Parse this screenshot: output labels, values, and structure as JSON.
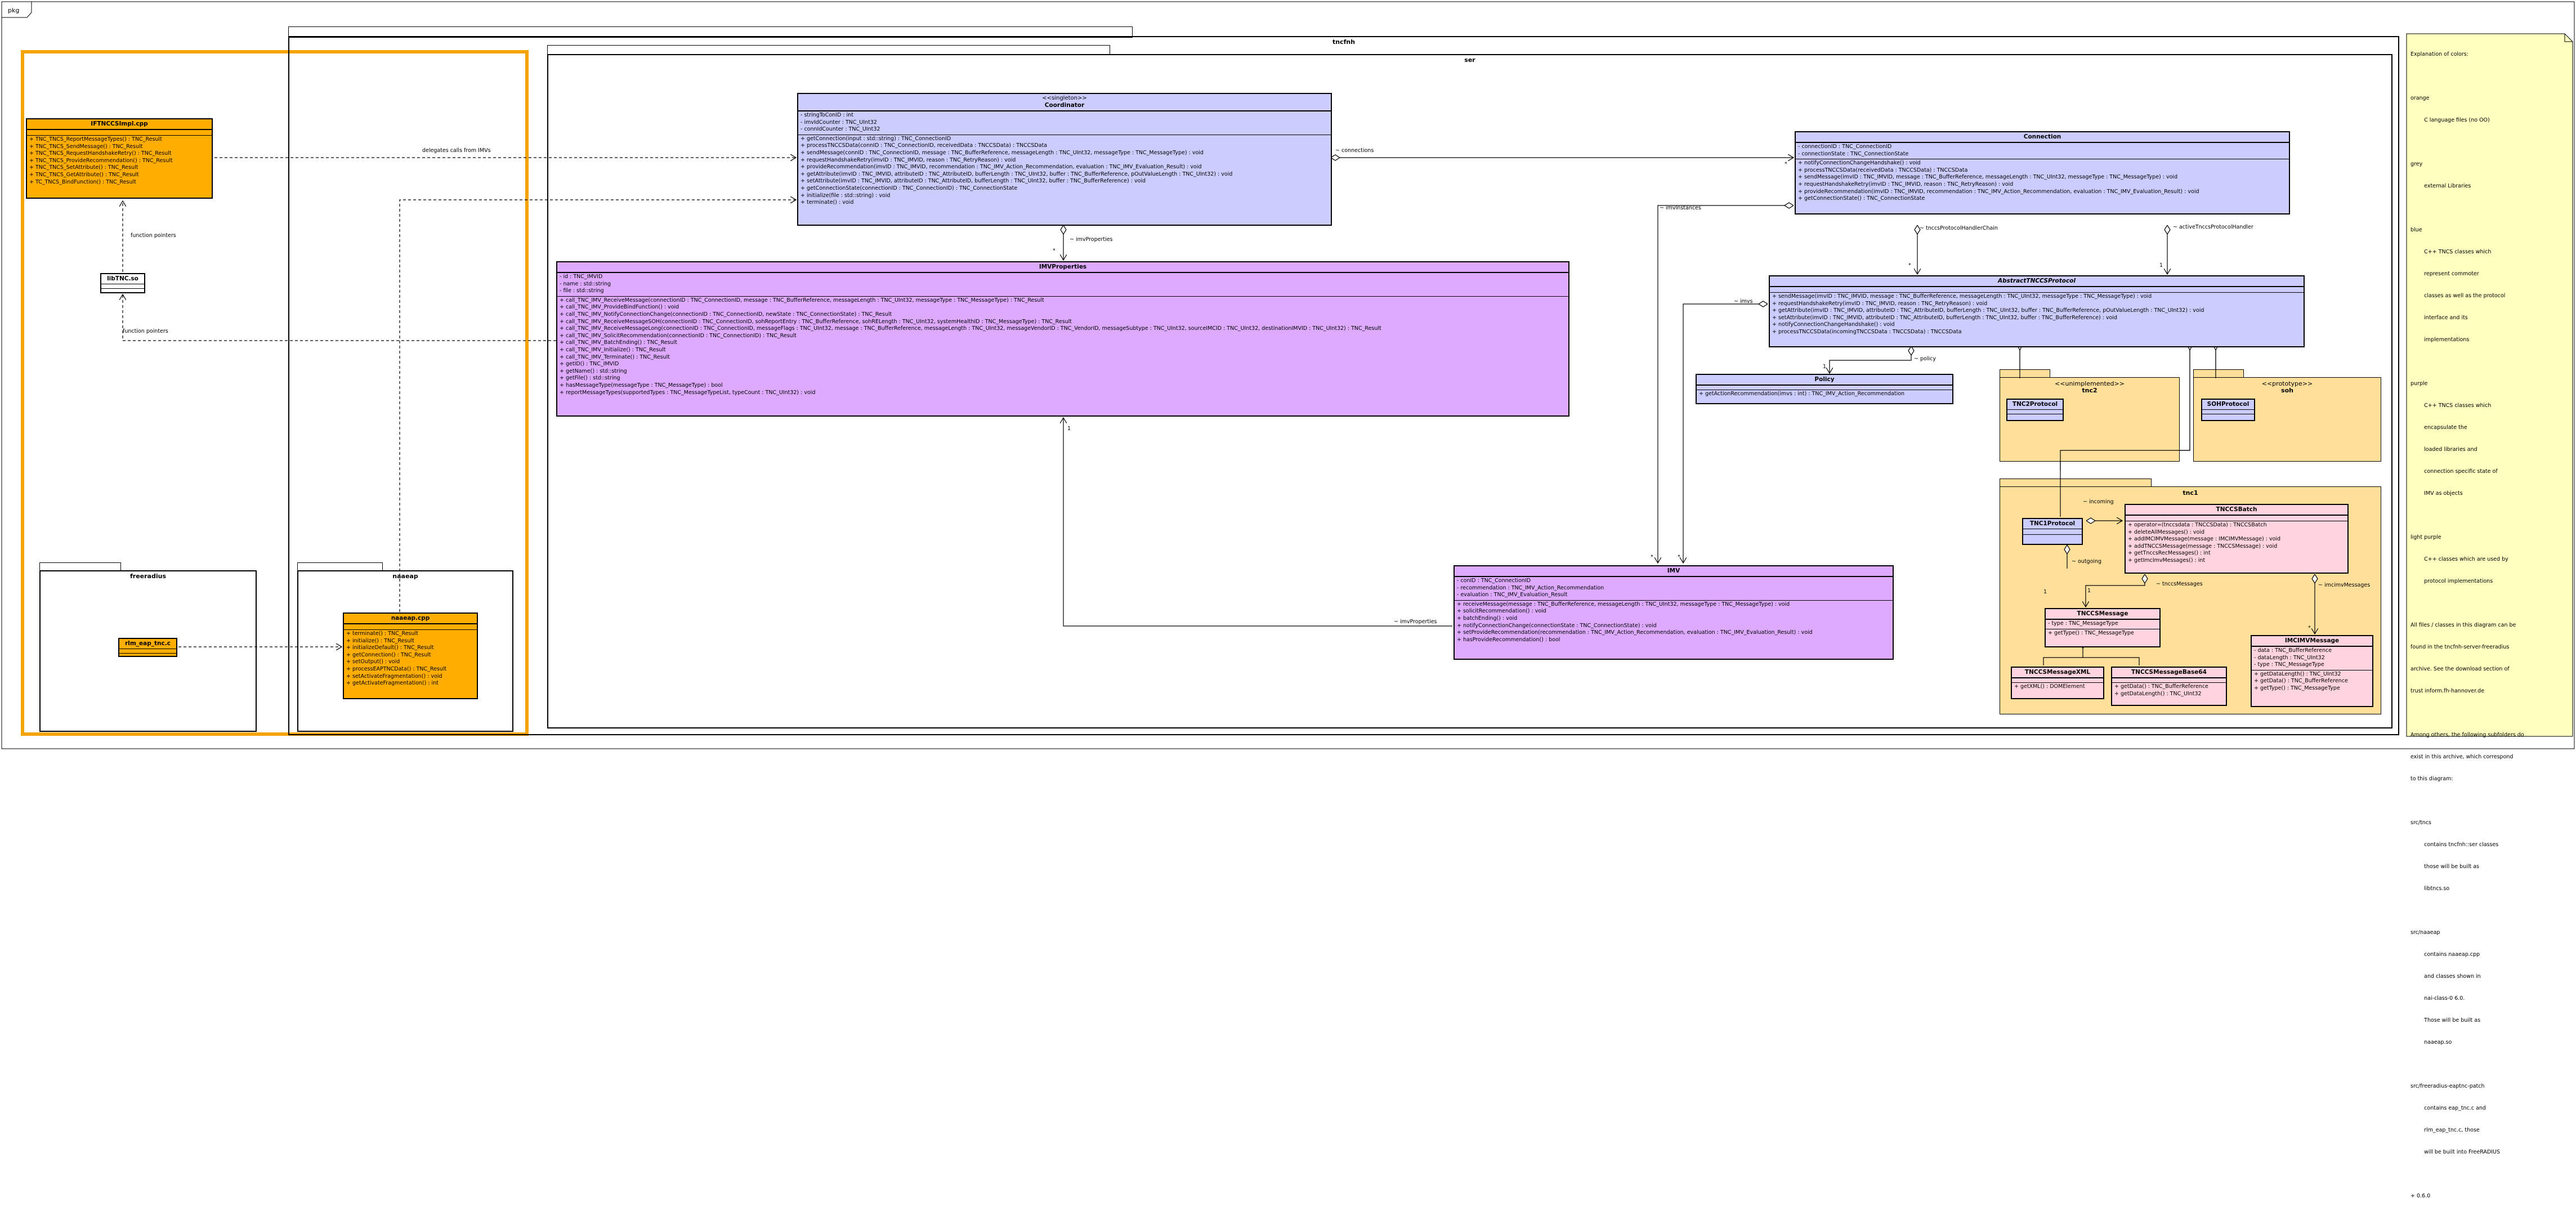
{
  "frame_label": "pkg",
  "packages": {
    "tncfnh": "tncfnh",
    "ser": "ser",
    "freeradius": "freeradius",
    "naaeap": "naaeap",
    "tnc2": "tnc2",
    "soh": "soh",
    "tnc1": "tnc1"
  },
  "stereotypes": {
    "singleton": "<<singleton>>",
    "unimplemented": "<<unimplemented>>",
    "prototype": "<<prototype>>"
  },
  "classes": {
    "iftnccsimpl": {
      "name": "IFTNCCSImpl.cpp",
      "ops": [
        "+ TNC_TNCS_ReportMessageTypes() : TNC_Result",
        "+ TNC_TNCS_SendMessage() : TNC_Result",
        "+ TNC_TNCS_RequestHandshakeRetry() : TNC_Result",
        "+ TNC_TNCS_ProvideRecommendation() : TNC_Result",
        "+ TNC_TNCS_SetAttribute() : TNC_Result",
        "+ TNC_TNCS_GetAttribute() : TNC_Result",
        "+ TC_TNCS_BindFunction() : TNC_Result"
      ]
    },
    "libimv": {
      "name": "libTNC.so"
    },
    "rlmeap": {
      "name": "rlm_eap_tnc.c"
    },
    "naaeapcpp": {
      "name": "naaeap.cpp",
      "ops": [
        "+ terminate() : TNC_Result",
        "+ initialize() : TNC_Result",
        "+ initializeDefault() : TNC_Result",
        "+ getConnection() : TNC_Result",
        "+ setOutput() : void",
        "+ processEAPTNCData() : TNC_Result",
        "+ setActivateFragmentation() : void",
        "+ getActivateFragmentation() : int"
      ]
    },
    "coordinator": {
      "name": "Coordinator",
      "attrs": [
        "- stringToConID : int",
        "- imvIdCounter : TNC_UInt32",
        "- connIdCounter : TNC_UInt32"
      ],
      "ops": [
        "+ getConnection(input : std::string) : TNC_ConnectionID",
        "+ processTNCCSData(connID : TNC_ConnectionID, receivedData : TNCCSData) : TNCCSData",
        "+ sendMessage(connID : TNC_ConnectionID, message : TNC_BufferReference, messageLength : TNC_UInt32, messageType : TNC_MessageType) : void",
        "+ requestHandshakeRetry(imvID : TNC_IMVID, reason : TNC_RetryReason) : void",
        "+ provideRecommendation(imvID : TNC_IMVID, recommendation : TNC_IMV_Action_Recommendation, evaluation : TNC_IMV_Evaluation_Result) : void",
        "+ getAttribute(imvID : TNC_IMVID, attributeID : TNC_AttributeID, bufferLength : TNC_UInt32, buffer : TNC_BufferReference, pOutValueLength : TNC_UInt32) : void",
        "+ setAttribute(imvID : TNC_IMVID, attributeID : TNC_AttributeID, bufferLength : TNC_UInt32, buffer : TNC_BufferReference) : void",
        "+ getConnectionState(connectionID : TNC_ConnectionID) : TNC_ConnectionState",
        "+ initialize(file : std::string) : void",
        "+ terminate() : void"
      ]
    },
    "connection": {
      "name": "Connection",
      "attrs": [
        "- connectionID : TNC_ConnectionID",
        "- connectionState : TNC_ConnectionState"
      ],
      "ops": [
        "+ notifyConnectionChangeHandshake() : void",
        "+ processTNCCSData(receivedData : TNCCSData) : TNCCSData",
        "+ sendMessage(imvID : TNC_IMVID, message : TNC_BufferReference, messageLength : TNC_UInt32, messageType : TNC_MessageType) : void",
        "+ requestHandshakeRetry(imvID : TNC_IMVID, reason : TNC_RetryReason) : void",
        "+ provideRecommendation(imvID : TNC_IMVID, recommendation : TNC_IMV_Action_Recommendation, evaluation : TNC_IMV_Evaluation_Result) : void",
        "+ getConnectionState() : TNC_ConnectionState"
      ]
    },
    "imvproperties": {
      "name": "IMVProperties",
      "attrs": [
        "- id : TNC_IMVID",
        "- name : std::string",
        "- file : std::string"
      ],
      "ops": [
        "+ call_TNC_IMV_ReceiveMessage(connectionID : TNC_ConnectionID, message : TNC_BufferReference, messageLength : TNC_UInt32, messageType : TNC_MessageType) : TNC_Result",
        "+ call_TNC_IMV_ProvideBindFunction() : void",
        "+ call_TNC_IMV_NotifyConnectionChange(connectionID : TNC_ConnectionID, newState : TNC_ConnectionState) : TNC_Result",
        "+ call_TNC_IMV_ReceiveMessageSOH(connectionID : TNC_ConnectionID, sohReportEntry : TNC_BufferReference, sohRELength : TNC_UInt32, systemHealthID : TNC_MessageType) : TNC_Result",
        "+ call_TNC_IMV_ReceiveMessageLong(connectionID : TNC_ConnectionID, messageFlags : TNC_UInt32, message : TNC_BufferReference, messageLength : TNC_UInt32, messageVendorID : TNC_VendorID, messageSubtype : TNC_UInt32, sourceIMCID : TNC_UInt32, destinationIMVID : TNC_UInt32) : TNC_Result",
        "+ call_TNC_IMV_SolicitRecommendation(connectionID : TNC_ConnectionID) : TNC_Result",
        "+ call_TNC_IMV_BatchEnding() : TNC_Result",
        "+ call_TNC_IMV_Initialize() : TNC_Result",
        "+ call_TNC_IMV_Terminate() : TNC_Result",
        "+ getID() : TNC_IMVID",
        "+ getName() : std::string",
        "+ getFile() : std::string",
        "+ hasMessageType(messageType : TNC_MessageType) : bool",
        "+ reportMessageTypes(supportedTypes : TNC_MessageTypeList, typeCount : TNC_UInt32) : void"
      ]
    },
    "abstract": {
      "name": "AbstractTNCCSProtocol",
      "ops": [
        "+ sendMessage(imvID : TNC_IMVID, message : TNC_BufferReference, messageLength : TNC_UInt32, messageType : TNC_MessageType) : void",
        "+ requestHandshakeRetry(imvID : TNC_IMVID, reason : TNC_RetryReason) : void",
        "+ getAttribute(imvID : TNC_IMVID, attributeID : TNC_AttributeID, bufferLength : TNC_UInt32, buffer : TNC_BufferReference, pOutValueLength : TNC_UInt32) : void",
        "+ setAttribute(imvID : TNC_IMVID, attributeID : TNC_AttributeID, bufferLength : TNC_UInt32, buffer : TNC_BufferReference) : void",
        "+ notifyConnectionChangeHandshake() : void",
        "+ processTNCCSData(incomingTNCCSData : TNCCSData) : TNCCSData"
      ]
    },
    "policy": {
      "name": "Policy",
      "ops": [
        "+ getActionRecommendation(imvs : int) : TNC_IMV_Action_Recommendation"
      ]
    },
    "imv": {
      "name": "IMV",
      "attrs": [
        "- conID : TNC_ConnectionID",
        "- recommendation : TNC_IMV_Action_Recommendation",
        "- evaluation : TNC_IMV_Evaluation_Result"
      ],
      "ops": [
        "+ receiveMessage(message : TNC_BufferReference, messageLength : TNC_UInt32, messageType : TNC_MessageType) : void",
        "+ solicitRecommendation() : void",
        "+ batchEnding() : void",
        "+ notifyConnectionChange(connectionState : TNC_ConnectionState) : void",
        "+ setProvideRecommendation(recommendation : TNC_IMV_Action_Recommendation, evaluation : TNC_IMV_Evaluation_Result) : void",
        "+ hasProvideRecommendation() : bool"
      ]
    },
    "tnc2protocol": {
      "name": "TNC2Protocol"
    },
    "sohprotocol": {
      "name": "SOHProtocol"
    },
    "tnc1protocol": {
      "name": "TNC1Protocol"
    },
    "tnccsbatch": {
      "name": "TNCCSBatch",
      "ops": [
        "+ operator=(tnccsdata : TNCCSData) : TNCCSBatch",
        "+ deleteAllMessages() : void",
        "+ addIMCIMVMessage(message : IMCIMVMessage) : void",
        "+ addTNCCSMessage(message : TNCCSMessage) : void",
        "+ getTnccsRecMessages() : int",
        "+ getImcImvMessages() : int"
      ]
    },
    "tnccsmessage": {
      "name": "TNCCSMessage",
      "attrs": [
        "- type : TNC_MessageType"
      ],
      "ops": [
        "+ getType() : TNC_MessageType"
      ]
    },
    "tnccsxml": {
      "name": "TNCCSMessageXML",
      "ops": [
        "+ getXML() : DOMElement"
      ]
    },
    "tnccsbase64": {
      "name": "TNCCSMessageBase64",
      "ops": [
        "+ getData() : TNC_BufferReference",
        "+ getDataLength() : TNC_UInt32"
      ]
    },
    "imcimv": {
      "name": "IMCIMVMessage",
      "attrs": [
        "- data : TNC_BufferReference",
        "- dataLength : TNC_UInt32",
        "- type : TNC_MessageType"
      ],
      "ops": [
        "+ getDataLength() : TNC_UInt32",
        "+ getData() : TNC_BufferReference",
        "+ getType() : TNC_MessageType"
      ]
    }
  },
  "labels": {
    "delegates": "delegates calls from IMVs",
    "function_pointers_1": "function pointers",
    "function_pointers_2": "function pointers",
    "connections": "~ connections",
    "imvproperties_1": "~ imvProperties",
    "imvproperties_2": "~ imvProperties",
    "imvinstances": "~ imvInstances",
    "imvs": "~ imvs",
    "tnccsprotocolhandlerchain": "~ tnccsProtocolHandlerChain",
    "activetnccsprotocolhandler": "~ activeTnccsProtocolHandler",
    "policy": "~ policy",
    "incoming": "~ incoming",
    "outgoing": "~ outgoing",
    "tnccsmessages": "~ tnccsMessages",
    "imcimvmessages": "~ imcimvMessages",
    "m_star_1": "*",
    "m_star_2": "*",
    "m_star_3": "*",
    "m_star_4": "*",
    "m_star_5": "*",
    "m_star_6": "*",
    "m_one_1": "1",
    "m_one_2": "1",
    "m_one_3": "1",
    "m_one_4": "1",
    "m_one_5": "1"
  },
  "note": {
    "lines": [
      "Explanation of colors:",
      "",
      "orange",
      "        C language files (no OO)",
      "",
      "grey",
      "        external Libraries",
      "",
      "blue",
      "        C++ TNCS classes which",
      "        represent commoter",
      "        classes as well as the protocol",
      "        interface and its",
      "        implementations",
      "",
      "purple",
      "        C++ TNCS classes which",
      "        encapsulate the",
      "        loaded libraries and",
      "        connection specific state of",
      "        IMV as objects",
      "",
      "light purple",
      "        C++ classes which are used by",
      "        protocol implementations",
      "",
      "All files / classes in this diagram can be",
      "found in the tncfnh-server-freeradius",
      "archive. See the download section of",
      "trust inform.fh-hannover.de",
      "",
      "Among others, the following subfolders do",
      "exist in this archive, which correspond",
      "to this diagram:",
      "",
      "src/tncs",
      "        contains tncfnh::ser classes",
      "        those will be built as",
      "        libtncs.so",
      "",
      "src/naaeap",
      "        contains naaeap.cpp",
      "        and classes shown in",
      "        nai-class-0 6.0.",
      "        Those will be built as",
      "        naaeap.so",
      "",
      "src/freeradius-eaptnc-patch",
      "        contains eap_tnc.c and",
      "        rlm_eap_tnc.c, those",
      "        will be built into FreeRADIUS",
      "",
      "+ 0.6.0"
    ]
  },
  "colors": {
    "orange": "#ffad00",
    "blue": "#ccccff",
    "purple": "#ddaaff",
    "pink": "#ffd3e0",
    "tan": "#ffdf99",
    "note_yellow": "#ffffc0",
    "highlight": "#f5a300"
  }
}
